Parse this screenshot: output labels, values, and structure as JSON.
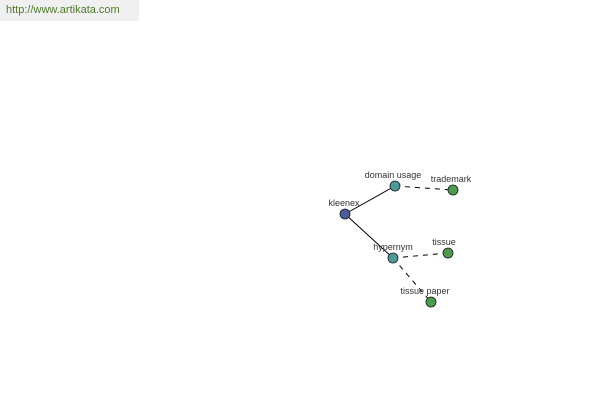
{
  "header": {
    "url": "http://www.artikata.com"
  },
  "colors": {
    "root_node": "#4a5c9a",
    "relation_node": "#4e9a9a",
    "leaf_node": "#4e9a4e",
    "edge": "#000000",
    "url_text": "#4e7a2a"
  },
  "graph": {
    "nodes": [
      {
        "id": "kleenex",
        "label": "kleenex",
        "kind": "root"
      },
      {
        "id": "domain_usage",
        "label": "domain usage",
        "kind": "relation"
      },
      {
        "id": "trademark",
        "label": "trademark",
        "kind": "leaf"
      },
      {
        "id": "hypernym",
        "label": "hypernym",
        "kind": "relation"
      },
      {
        "id": "tissue",
        "label": "tissue",
        "kind": "leaf"
      },
      {
        "id": "tissue_paper",
        "label": "tissue paper",
        "kind": "leaf"
      }
    ],
    "edges": [
      {
        "from": "kleenex",
        "to": "domain_usage",
        "style": "solid"
      },
      {
        "from": "kleenex",
        "to": "hypernym",
        "style": "solid"
      },
      {
        "from": "domain_usage",
        "to": "trademark",
        "style": "dashed"
      },
      {
        "from": "hypernym",
        "to": "tissue",
        "style": "dashed"
      },
      {
        "from": "hypernym",
        "to": "tissue_paper",
        "style": "dashed"
      }
    ]
  }
}
